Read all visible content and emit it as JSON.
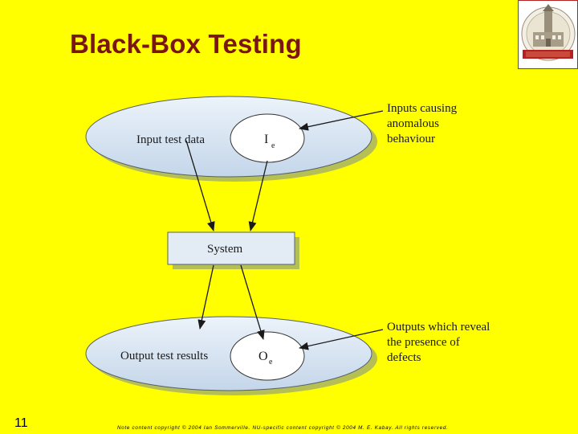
{
  "slide": {
    "title": "Black-Box Testing",
    "number": "11",
    "copyright": "Note content copyright © 2004 Ian Sommerville. NU-specific content copyright © 2004 M. E. Kabay. All rights reserved."
  },
  "diagram": {
    "input_ellipse_label": "Input test data",
    "input_subset_label": "I",
    "input_subscript": "e",
    "input_annotation": [
      "Inputs causing",
      "anomalous",
      "behaviour"
    ],
    "system_label": "System",
    "output_ellipse_label": "Output test results",
    "output_subset_label": "O",
    "output_subscript": "e",
    "output_annotation": [
      "Outputs which reveal",
      "the presence of",
      "defects"
    ]
  },
  "colors": {
    "background": "#ffff00",
    "title": "#7b1414",
    "ellipse_fill": "#d3e3f2",
    "box_fill": "#e3ecf5"
  },
  "logo": {
    "icon": "university-seal-icon"
  }
}
